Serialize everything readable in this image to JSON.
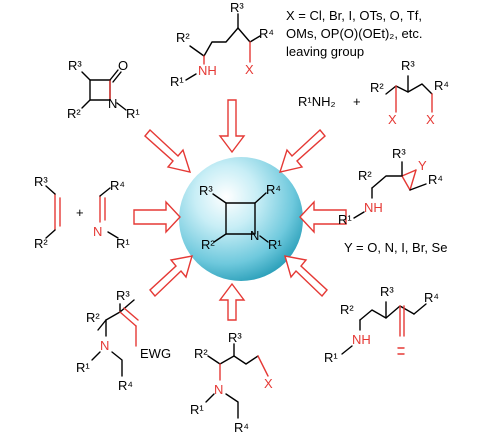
{
  "center": {
    "r1": "R¹",
    "r2": "R²",
    "r3": "R³",
    "r4": "R⁴",
    "n": "N"
  },
  "top": {
    "leaving_group_line1": "X = Cl, Br, I, OTs, O, Tf,",
    "leaving_group_line2": "OMs, OP(O)(OEt)₂, etc.",
    "leaving_group_line3": "leaving group",
    "r1": "R¹",
    "nh": "NH",
    "r2": "R²",
    "r3": "R³",
    "r4": "R⁴",
    "x": "X"
  },
  "beta_lactam": {
    "r1": "R¹",
    "r2": "R²",
    "r3": "R³",
    "n": "N",
    "o": "O"
  },
  "amine_dihalide": {
    "amine": "R¹NH₂",
    "plus": "+",
    "r2": "R²",
    "r3": "R³",
    "r4": "R⁴",
    "x1": "X",
    "x2": "X"
  },
  "left": {
    "r2a": "R²",
    "r3": "R³",
    "plus": "+",
    "r4": "R⁴",
    "n": "N",
    "r1": "R¹"
  },
  "right_upper": {
    "r1": "R¹",
    "nh": "NH",
    "r2": "R²",
    "r3": "R³",
    "r4": "R⁴",
    "y": "Y",
    "caption": "Y = O, N, I, Br, Se"
  },
  "bottom_left": {
    "r1": "R¹",
    "n": "N",
    "r2": "R²",
    "r3": "R³",
    "r4": "R⁴",
    "ewg": "EWG"
  },
  "bottom_center": {
    "r1": "R¹",
    "n": "N",
    "r2": "R²",
    "r3": "R³",
    "r4": "R⁴",
    "x": "X"
  },
  "bottom_right": {
    "r1": "R¹",
    "nh": "NH",
    "r2": "R²",
    "r3": "R³",
    "r4": "R⁴"
  },
  "colors": {
    "arrow": "#e53935",
    "sphere_light": "#e8f9fd",
    "sphere_mid": "#8fd6e6",
    "sphere_dark": "#2aa3bd"
  }
}
